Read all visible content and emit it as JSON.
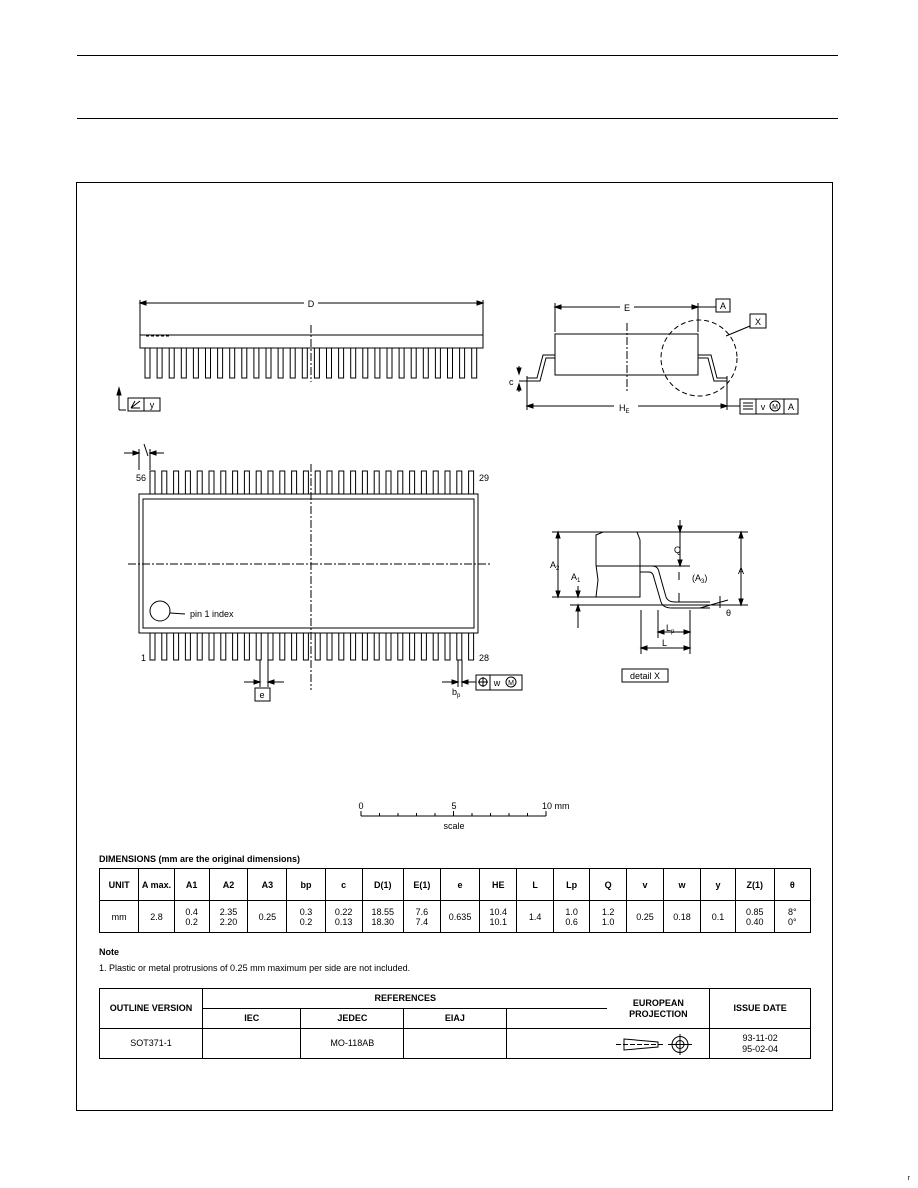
{
  "labels": {
    "D": "D",
    "E": "E",
    "A_box": "A",
    "X_box": "X",
    "c": "c",
    "HE": "H",
    "HE_sub": "E",
    "y": "y",
    "v": "v",
    "M": "M",
    "pin56": "56",
    "pin29": "29",
    "pin1": "1",
    "pin28": "28",
    "pin1_index": "pin 1 index",
    "e": "e",
    "bp": "b",
    "bp_sub": "p",
    "w": "w",
    "Q": "Q",
    "A2": "A",
    "A2_sub": "2",
    "A1": "A",
    "A1_sub": "1",
    "A3": "(A",
    "A3_sub": "3",
    "A3_close": ")",
    "theta": "θ",
    "Lp": "L",
    "Lp_sub": "p",
    "L": "L",
    "detail": "detail X",
    "scale_0": "0",
    "scale_5": "5",
    "scale_10": "10 mm",
    "scale": "scale"
  },
  "dimensions_title": "DIMENSIONS (mm are the original dimensions)",
  "dim_headers": [
    "UNIT",
    "A max.",
    "A1",
    "A2",
    "A3",
    "bp",
    "c",
    "D(1)",
    "E(1)",
    "e",
    "HE",
    "L",
    "Lp",
    "Q",
    "v",
    "w",
    "y",
    "Z(1)",
    "θ"
  ],
  "dim_values": [
    [
      "mm"
    ],
    [
      "2.8"
    ],
    [
      "0.4",
      "0.2"
    ],
    [
      "2.35",
      "2.20"
    ],
    [
      "0.25"
    ],
    [
      "0.3",
      "0.2"
    ],
    [
      "0.22",
      "0.13"
    ],
    [
      "18.55",
      "18.30"
    ],
    [
      "7.6",
      "7.4"
    ],
    [
      "0.635"
    ],
    [
      "10.4",
      "10.1"
    ],
    [
      "1.4"
    ],
    [
      "1.0",
      "0.6"
    ],
    [
      "1.2",
      "1.0"
    ],
    [
      "0.25"
    ],
    [
      "0.18"
    ],
    [
      "0.1"
    ],
    [
      "0.85",
      "0.40"
    ],
    [
      "8°",
      "0°"
    ]
  ],
  "note": {
    "title": "Note",
    "text": "1. Plastic or metal protrusions of 0.25 mm maximum per side are not included."
  },
  "outline": {
    "outline_version_header": "OUTLINE VERSION",
    "references_header": "REFERENCES",
    "iec": "IEC",
    "jedec": "JEDEC",
    "eiaj": "EIAJ",
    "european_projection": "EUROPEAN PROJECTION",
    "issue_date_header": "ISSUE DATE",
    "version": "SOT371-1",
    "jedec_value": "MO-118AB",
    "issue_date_1": "93-11-02",
    "issue_date_2": "95-02-04"
  },
  "page_mark": "r"
}
